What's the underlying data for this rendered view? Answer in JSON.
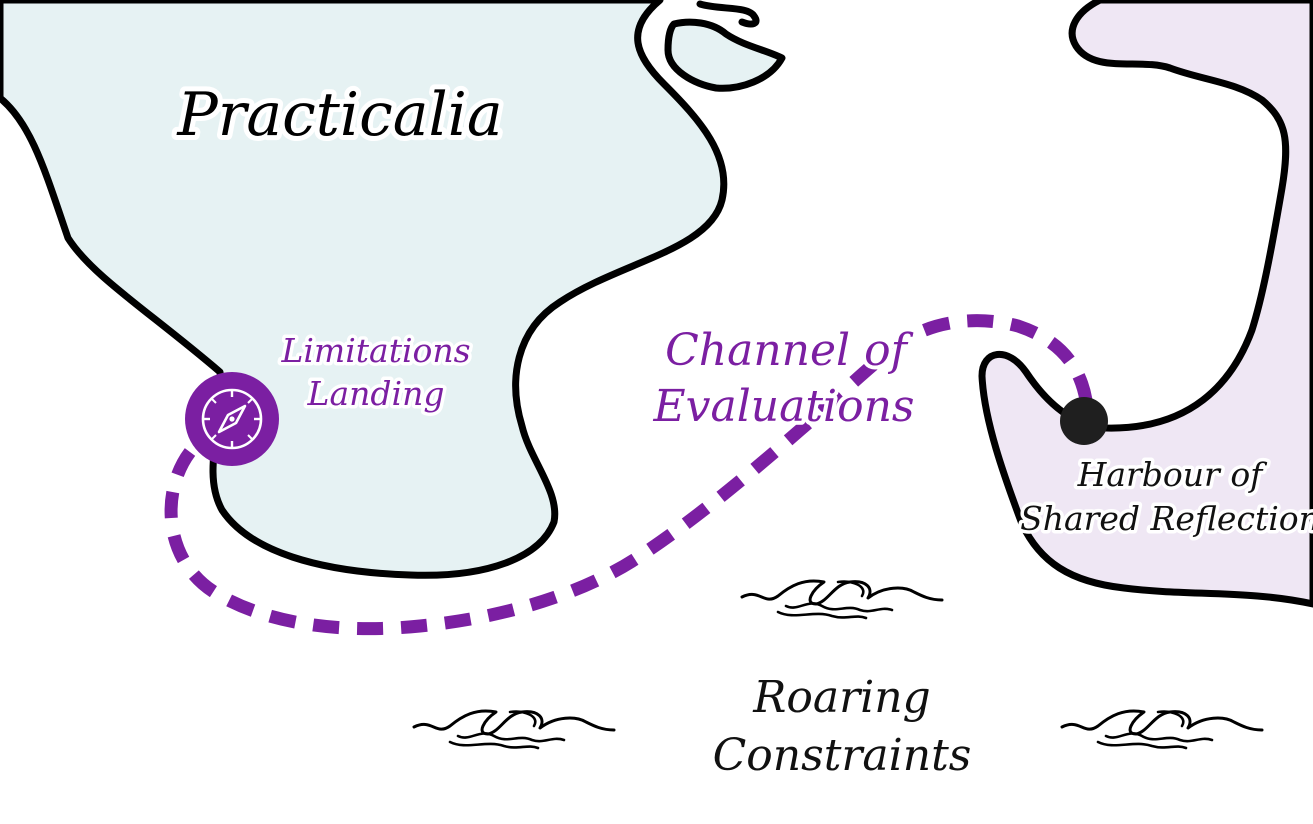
{
  "regions": {
    "west": {
      "name": "Practicalia",
      "fill": "#e6f2f3"
    },
    "east": {
      "fill": "#efe7f4"
    }
  },
  "places": {
    "start": {
      "line1": "Limitations",
      "line2": "Landing",
      "icon": "compass-icon"
    },
    "channel": {
      "line1": "Channel of",
      "line2": "Evaluations"
    },
    "end": {
      "line1": "Harbour of",
      "line2": "Shared Reflection",
      "icon": "dot-marker"
    },
    "sea": {
      "line1": "Roaring",
      "line2": "Constraints",
      "icon": "waves-icon"
    }
  },
  "colors": {
    "route": "#7b1fa2",
    "coast": "#000000",
    "marker_dark": "#1f1f1f",
    "accent_text": "#7b1fa2"
  }
}
